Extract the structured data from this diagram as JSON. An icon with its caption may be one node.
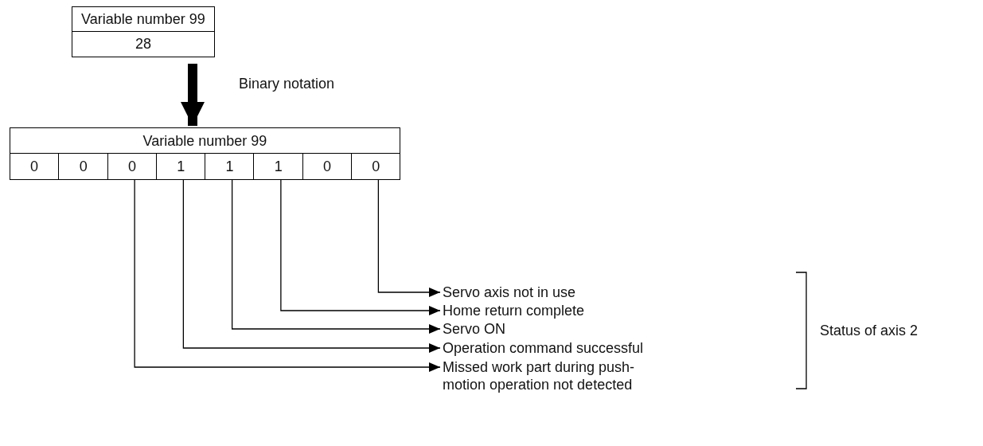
{
  "diagram": {
    "nodes": [
      {
        "text": [
          "Variable number 99",
          "28"
        ]
      },
      {
        "text": [
          "Variable number 99"
        ]
      },
      {
        "text": [
          "0"
        ],
        "in": 1
      },
      {
        "text": [
          "0"
        ],
        "in": 1
      },
      {
        "text": [
          "0"
        ],
        "in": 1
      },
      {
        "text": [
          "1"
        ],
        "in": 1
      },
      {
        "text": [
          "1"
        ],
        "in": 1
      },
      {
        "text": [
          "1"
        ],
        "in": 1
      },
      {
        "text": [
          "0"
        ],
        "in": 1
      },
      {
        "text": [
          "0"
        ],
        "in": 1
      },
      {
        "text": [
          "Servo axis not in use"
        ]
      },
      {
        "text": [
          "Home return complete"
        ]
      },
      {
        "text": [
          "Servo ON"
        ]
      },
      {
        "text": [
          "Operation command successful"
        ]
      },
      {
        "text": [
          "Missed work part during push-motion operation not detected"
        ]
      }
    ],
    "edges": [
      {
        "from": 0,
        "to": 1,
        "arrow": "to",
        "label": "Binary notation",
        "style": "thick"
      },
      {
        "from": 9,
        "to": 10,
        "arrow": "to"
      },
      {
        "from": 7,
        "to": 11,
        "arrow": "to"
      },
      {
        "from": 6,
        "to": 12,
        "arrow": "to"
      },
      {
        "from": 5,
        "to": 13,
        "arrow": "to"
      },
      {
        "from": 4,
        "to": 14,
        "arrow": "to"
      }
    ],
    "labels": [
      "Status of axis 2"
    ]
  }
}
